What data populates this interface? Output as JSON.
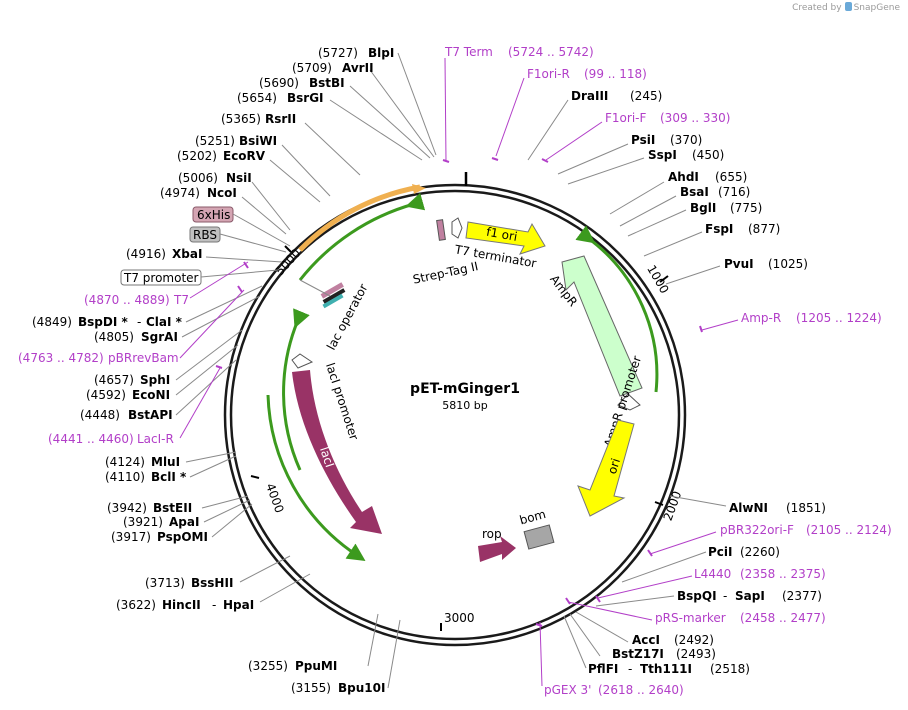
{
  "credit": {
    "text": "Created by",
    "brand": "SnapGene",
    "logo_icon": "snapgene-logo-icon"
  },
  "plasmid": {
    "name": "pET-mGinger1",
    "length": "5810 bp"
  },
  "ticks": [
    "1000",
    "2000",
    "3000",
    "4000",
    "5000"
  ],
  "sites": [
    {
      "num": "(5727)",
      "name": "BlpI"
    },
    {
      "num": "(5709)",
      "name": "AvrII"
    },
    {
      "num": "(5690)",
      "name": "BstBI"
    },
    {
      "num": "(5654)",
      "name": "BsrGI"
    },
    {
      "num": "(5365)",
      "name": "RsrII"
    },
    {
      "num": "(5251)",
      "name": "BsiWI"
    },
    {
      "num": "(5202)",
      "name": "EcoRV"
    },
    {
      "num": "(5006)",
      "name": "NsiI"
    },
    {
      "num": "(4974)",
      "name": "NcoI"
    },
    {
      "num": "(4916)",
      "name": "XbaI"
    },
    {
      "num": "(4849)",
      "name": "BspDI *",
      "name2": "ClaI *"
    },
    {
      "num": "(4805)",
      "name": "SgrAI"
    },
    {
      "num": "(4657)",
      "name": "SphI"
    },
    {
      "num": "(4592)",
      "name": "EcoNI"
    },
    {
      "num": "(4448)",
      "name": "BstAPI"
    },
    {
      "num": "(4124)",
      "name": "MluI"
    },
    {
      "num": "(4110)",
      "name": "BclI *"
    },
    {
      "num": "(3942)",
      "name": "BstEII"
    },
    {
      "num": "(3921)",
      "name": "ApaI"
    },
    {
      "num": "(3917)",
      "name": "PspOMI"
    },
    {
      "num": "(3713)",
      "name": "BssHII"
    },
    {
      "num": "(3622)",
      "name": "HincII",
      "name2": "HpaI"
    },
    {
      "num": "(3255)",
      "name": "PpuMI"
    },
    {
      "num": "(3155)",
      "name": "Bpu10I"
    },
    {
      "name": "DraIII",
      "num": "(245)"
    },
    {
      "name": "PsiI",
      "num": "(370)"
    },
    {
      "name": "SspI",
      "num": "(450)"
    },
    {
      "name": "AhdI",
      "num": "(655)"
    },
    {
      "name": "BsaI",
      "num": "(716)"
    },
    {
      "name": "BglI",
      "num": "(775)"
    },
    {
      "name": "FspI",
      "num": "(877)"
    },
    {
      "name": "PvuI",
      "num": "(1025)"
    },
    {
      "name": "AlwNI",
      "num": "(1851)"
    },
    {
      "name": "PciI",
      "num": "(2260)"
    },
    {
      "name": "BspQI",
      "name2": "SapI",
      "num": "(2377)"
    },
    {
      "name": "AccI",
      "num": "(2492)"
    },
    {
      "name": "BstZ17I",
      "num": "(2493)"
    },
    {
      "name": "PflFI",
      "name2": "Tth111I",
      "num": "(2518)"
    }
  ],
  "primers": [
    {
      "name": "T7 Term",
      "range": "(5724 .. 5742)"
    },
    {
      "name": "F1ori-R",
      "range": "(99 .. 118)"
    },
    {
      "name": "F1ori-F",
      "range": "(309 .. 330)"
    },
    {
      "name": "Amp-R",
      "range": "(1205 .. 1224)"
    },
    {
      "name": "pBR322ori-F",
      "range": "(2105 .. 2124)"
    },
    {
      "name": "L4440",
      "range": "(2358 .. 2375)"
    },
    {
      "name": "pRS-marker",
      "range": "(2458 .. 2477)"
    },
    {
      "name": "pGEX 3'",
      "range": "(2618 .. 2640)"
    },
    {
      "name": "T7",
      "range": "(4870 .. 4889)"
    },
    {
      "name": "pBRrevBam",
      "range": "(4763 .. 4782)"
    },
    {
      "name": "LacI-R",
      "range": "(4441 .. 4460)"
    }
  ],
  "boxed_features": [
    {
      "name": "6xHis"
    },
    {
      "name": "RBS"
    },
    {
      "name": "T7 promoter"
    }
  ],
  "features": {
    "f1_ori": "f1 ori",
    "t7_terminator": "T7 terminator",
    "strep_tag": "Strep-Tag II",
    "ampr": "AmpR",
    "ampr_promoter": "AmpR promoter",
    "ori": "ori",
    "rop": "rop",
    "bom": "bom",
    "laci": "lacI",
    "laci_promoter": "lacI promoter",
    "lac_operator": "lac operator"
  },
  "colors": {
    "backbone": "#1a1a1a",
    "primer": "#b23fc8",
    "f1_ori": "#ffff00",
    "ampr": "#ccffcc",
    "ori": "#ffff00",
    "laci": "#993366",
    "rop": "#993366",
    "bom": "#a6a6a6",
    "orf_arrow": "#3c9a1e",
    "his_box": "#d4a5b3",
    "rbs_box": "#c0c0c0"
  }
}
